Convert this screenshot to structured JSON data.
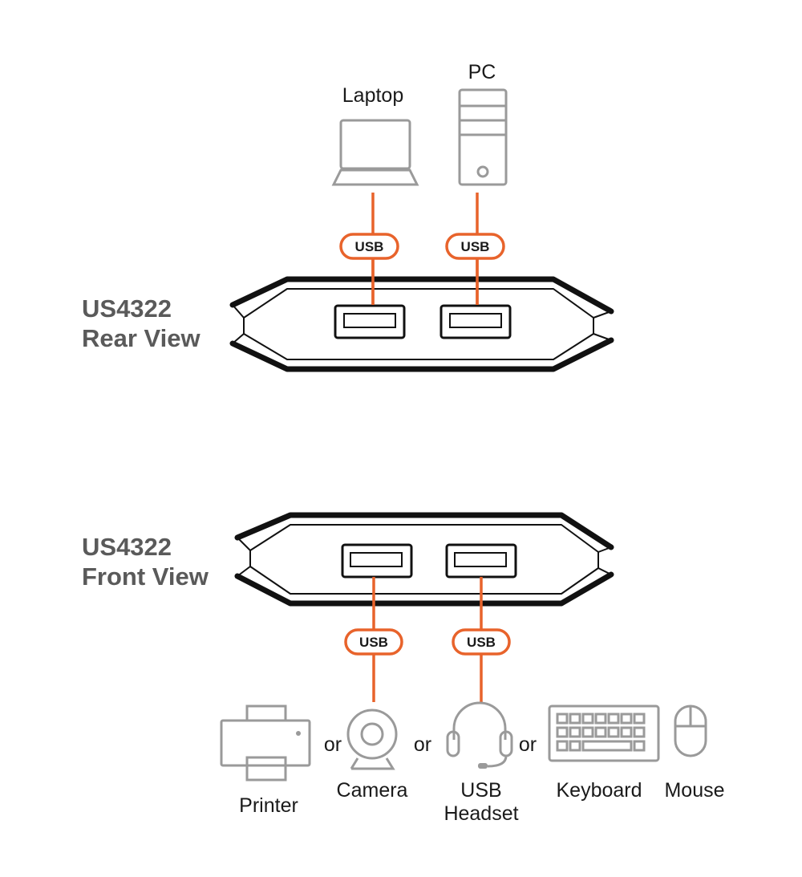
{
  "rear": {
    "title_line1": "US4322",
    "title_line2": "Rear View",
    "devices": {
      "laptop": "Laptop",
      "pc": "PC"
    },
    "badges": [
      "USB",
      "USB"
    ]
  },
  "front": {
    "title_line1": "US4322",
    "title_line2": "Front View",
    "badges": [
      "USB",
      "USB"
    ],
    "devices": {
      "printer": "Printer",
      "camera": "Camera",
      "headset_line1": "USB",
      "headset_line2": "Headset",
      "keyboard": "Keyboard",
      "mouse": "Mouse"
    },
    "separator": "or"
  },
  "colors": {
    "cable": "#e8632b",
    "icon": "#9a9a9a",
    "title": "#5a5a5a"
  }
}
